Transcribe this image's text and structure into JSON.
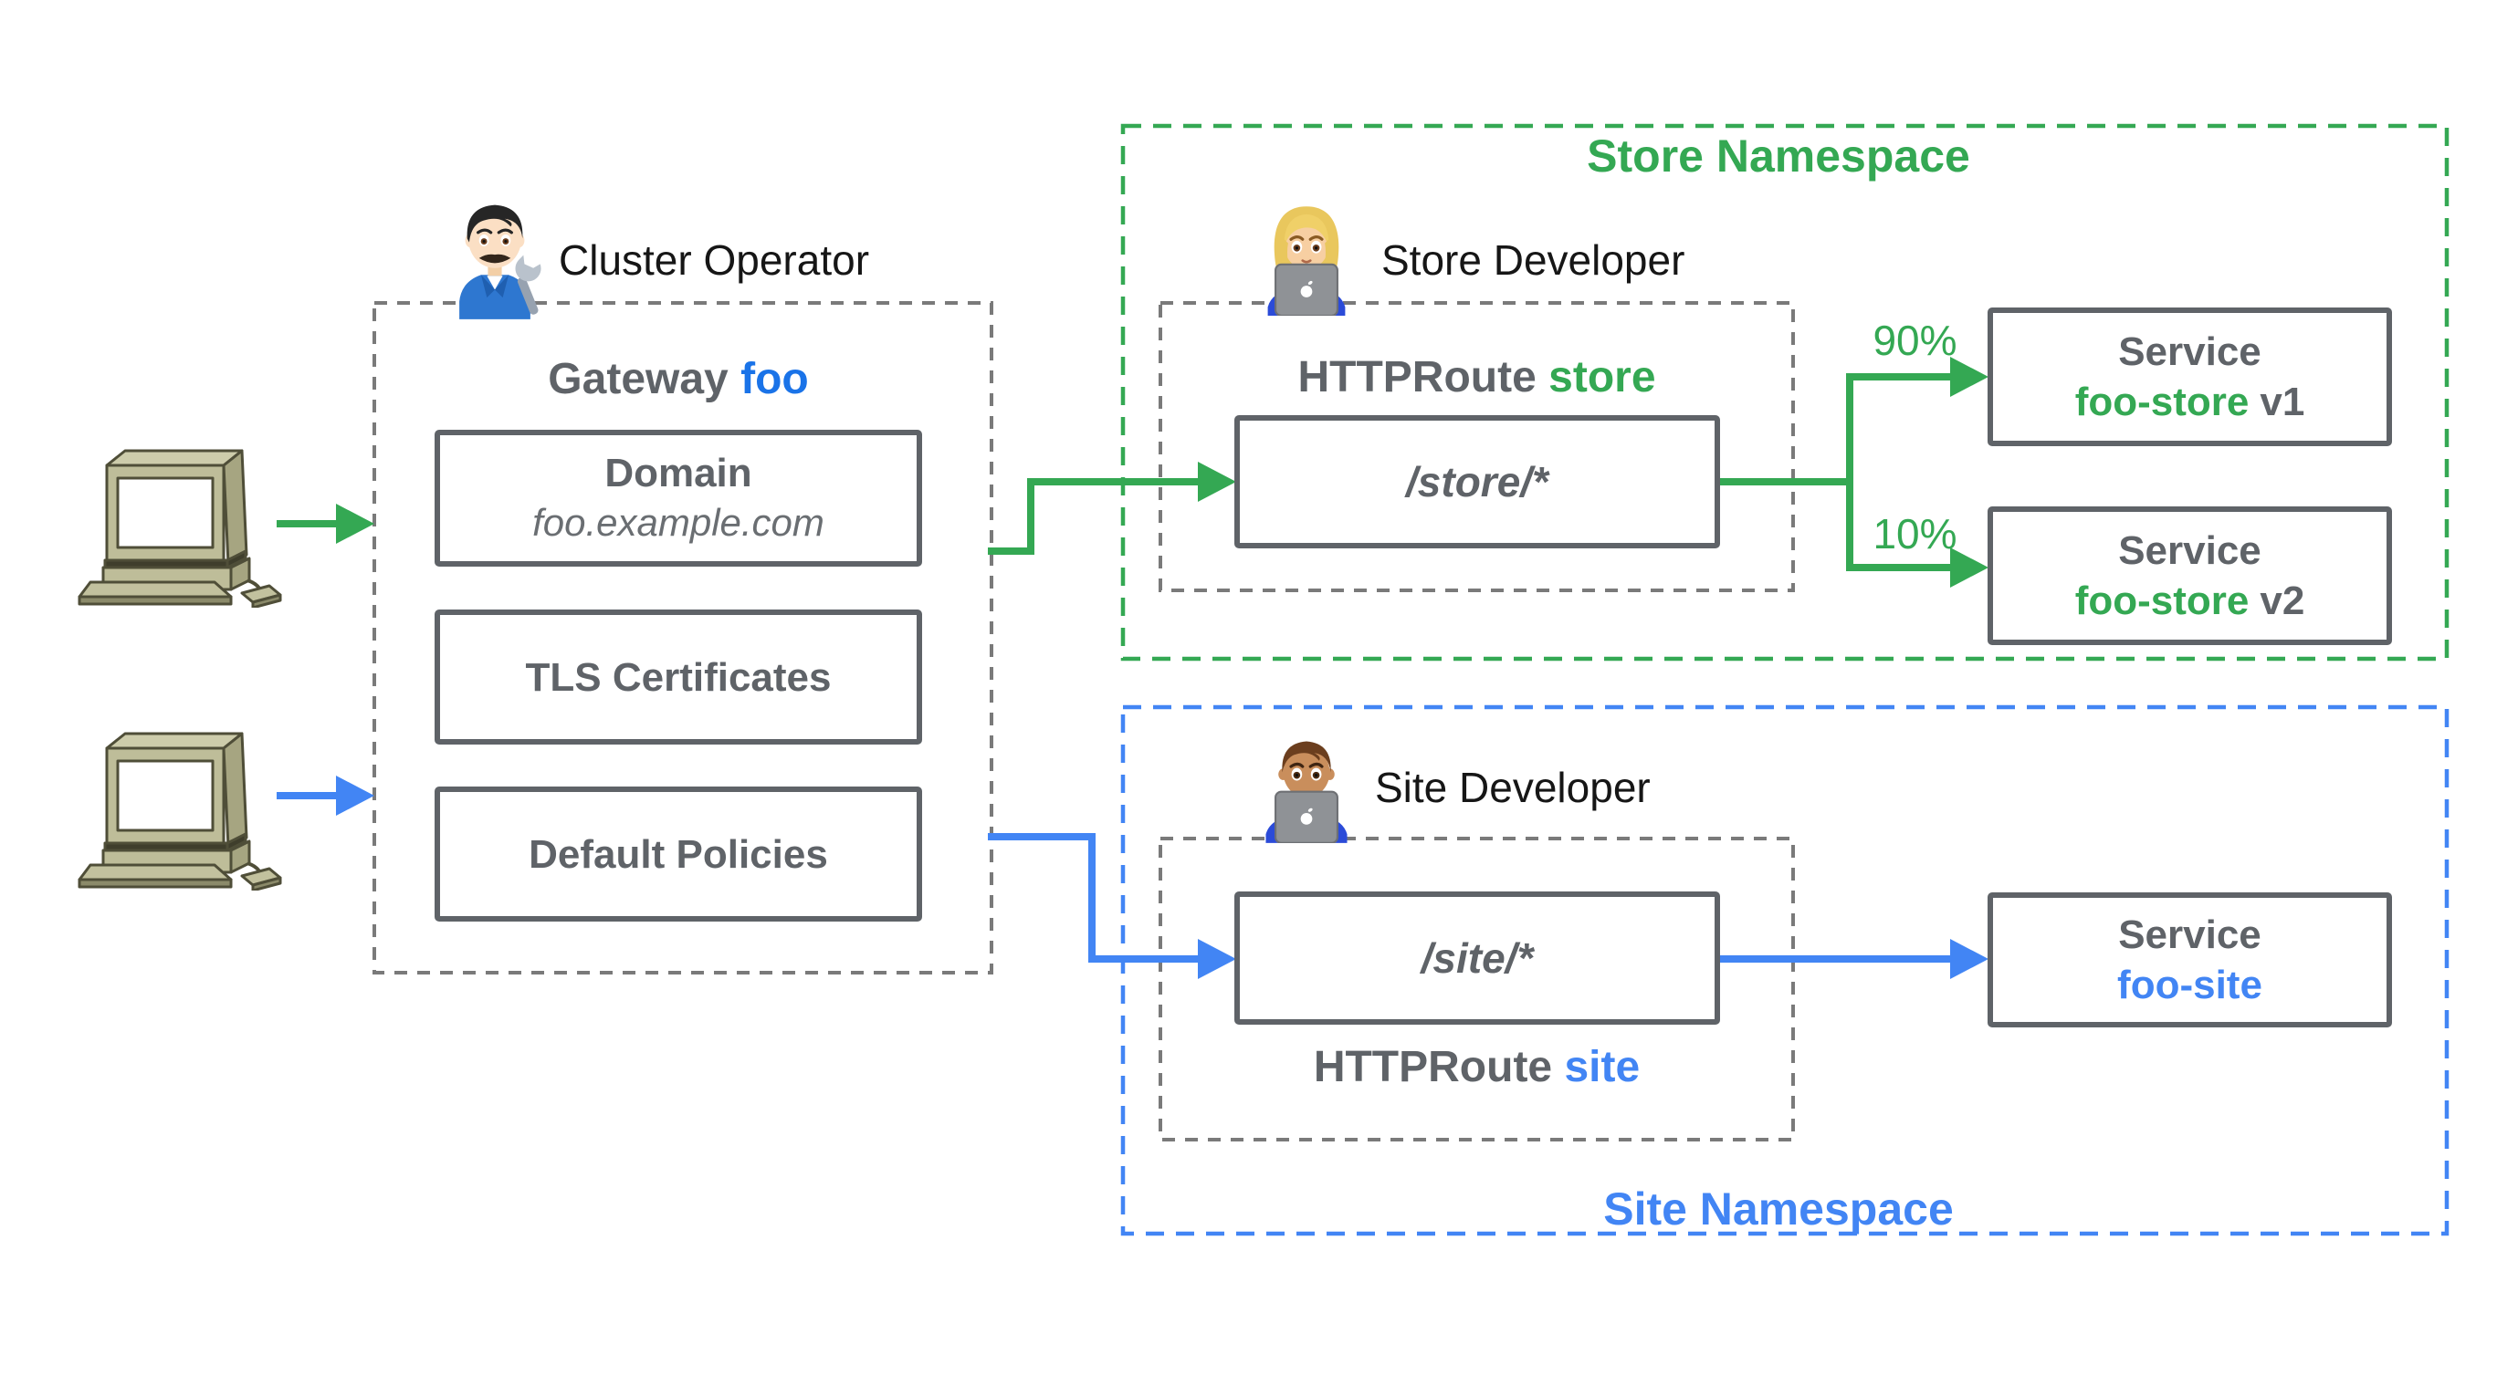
{
  "colors": {
    "green": "#34A853",
    "blue": "#4285F4",
    "foo_blue": "#1A73E8",
    "gray": "#5F6368"
  },
  "clients": {
    "icon": "desktop-computer-clipart",
    "count": 2
  },
  "cluster_operator": {
    "icon": "man-mechanic-emoji",
    "label": "Cluster Operator"
  },
  "gateway": {
    "title_prefix": "Gateway",
    "title_name": "foo",
    "items": [
      {
        "title": "Domain",
        "subtitle": "foo.example.com"
      },
      {
        "title": "TLS Certificates"
      },
      {
        "title": "Default Policies"
      }
    ]
  },
  "store_namespace": {
    "label": "Store Namespace",
    "developer": {
      "icon": "woman-technologist-emoji",
      "label": "Store Developer"
    },
    "httproute": {
      "prefix": "HTTPRoute",
      "name": "store",
      "path": "/store/*"
    },
    "traffic_split": [
      {
        "weight": "90%",
        "target": "foo-store v1"
      },
      {
        "weight": "10%",
        "target": "foo-store v2"
      }
    ],
    "services": [
      {
        "title": "Service",
        "name": "foo-store",
        "version": "v1"
      },
      {
        "title": "Service",
        "name": "foo-store",
        "version": "v2"
      }
    ]
  },
  "site_namespace": {
    "label": "Site Namespace",
    "developer": {
      "icon": "man-technologist-emoji",
      "label": "Site Developer"
    },
    "httproute": {
      "prefix": "HTTPRoute",
      "name": "site",
      "path": "/site/*"
    },
    "service": {
      "title": "Service",
      "name": "foo-site"
    }
  }
}
